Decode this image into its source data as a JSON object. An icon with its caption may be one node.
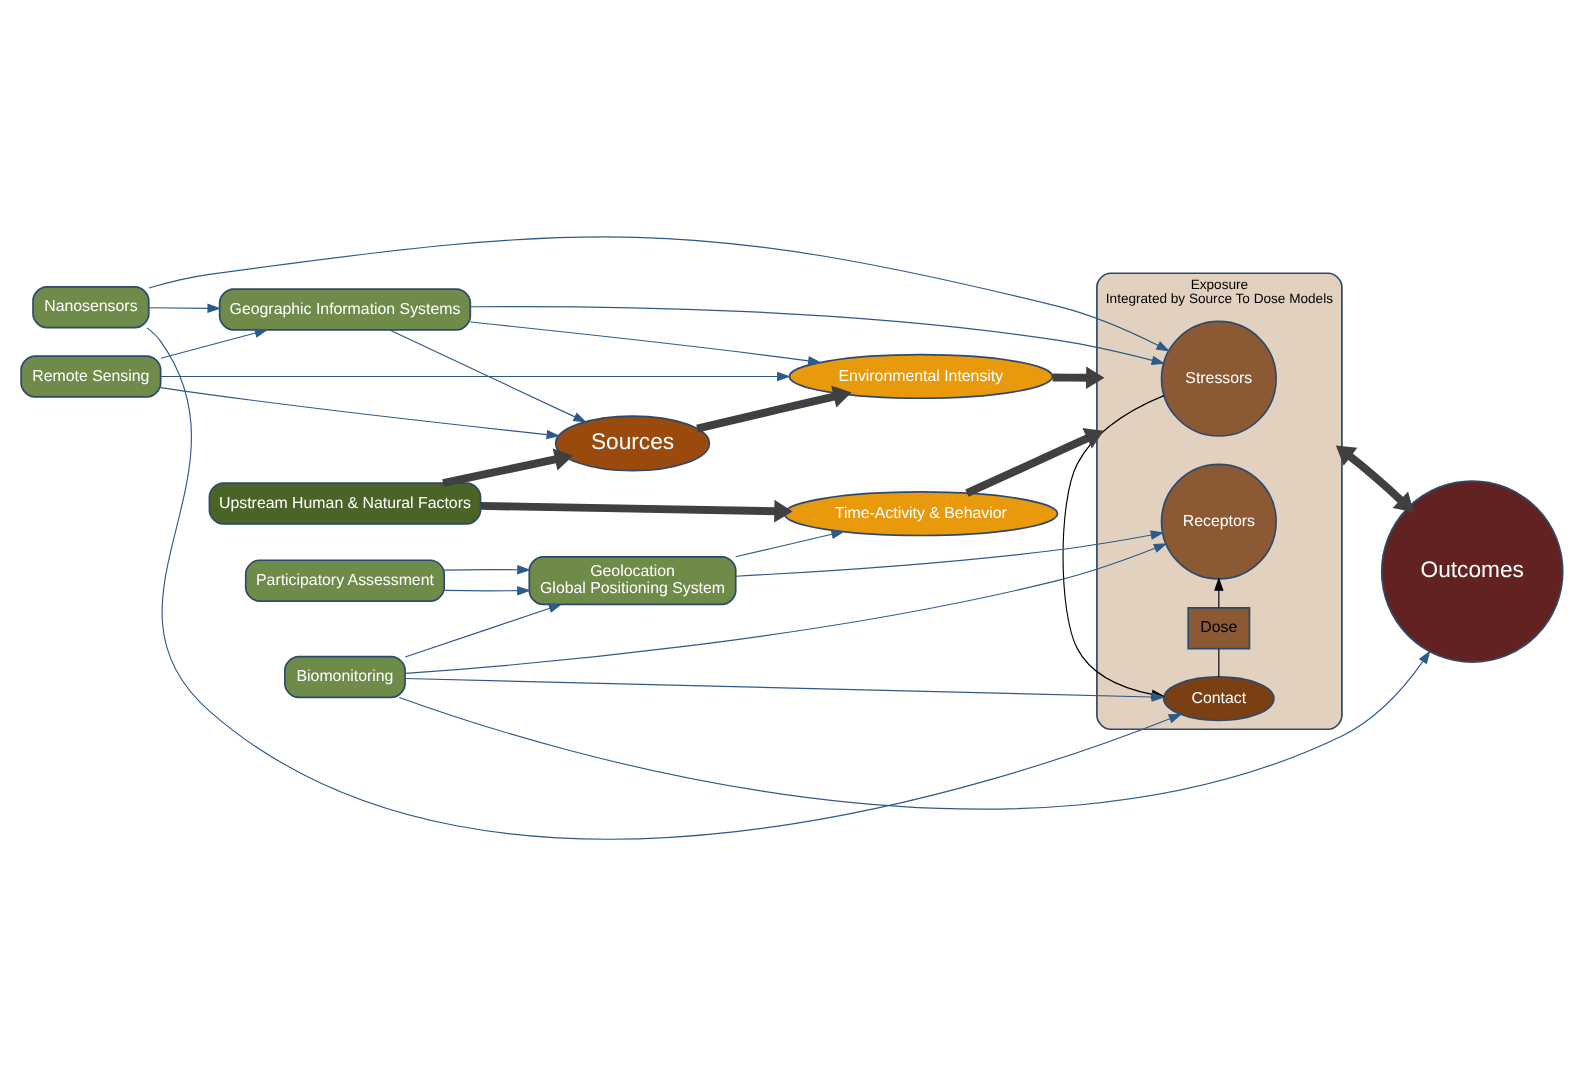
{
  "diagram": {
    "nodes": [
      {
        "text": [
          "Remote Sensing"
        ]
      },
      {
        "text": [
          "Geographic Information Systems"
        ]
      },
      {
        "text": [
          "Nanosensors"
        ]
      },
      {
        "text": [
          "Sources"
        ]
      },
      {
        "text": [
          "Environmental Intensity"
        ]
      },
      {
        "text": [
          "Exposure",
          "Integrated by Source To Dose Models"
        ]
      },
      {
        "text": [
          "Stressors"
        ],
        "in": 5
      },
      {
        "text": [
          "Contact"
        ],
        "in": 5
      },
      {
        "text": [
          "Dose"
        ],
        "in": 5
      },
      {
        "text": [
          "Receptors"
        ],
        "in": 5
      },
      {
        "text": [
          "Outcomes"
        ]
      },
      {
        "text": [
          "Upstream Human & Natural Factors"
        ]
      },
      {
        "text": [
          "Time-Activity & Behavior"
        ]
      },
      {
        "text": [
          "Participatory Assessment"
        ]
      },
      {
        "text": [
          "Geolocation",
          "Global Positioning System"
        ]
      },
      {
        "text": [
          "Biomonitoring"
        ]
      }
    ],
    "edges": [
      {
        "from": 0,
        "to": 1,
        "arrow": "to"
      },
      {
        "from": 1,
        "to": 3,
        "arrow": "to"
      },
      {
        "from": 0,
        "to": 3,
        "arrow": "to"
      },
      {
        "from": 0,
        "to": 4,
        "arrow": "to"
      },
      {
        "from": 1,
        "to": 4,
        "arrow": "to"
      },
      {
        "from": 1,
        "to": 6,
        "arrow": "to"
      },
      {
        "from": 2,
        "to": 1,
        "arrow": "to"
      },
      {
        "from": 2,
        "to": 6,
        "arrow": "to"
      },
      {
        "from": 2,
        "to": 7,
        "arrow": "to"
      },
      {
        "from": 3,
        "to": 4,
        "arrow": "to",
        "style": "thick",
        "color": "#404040"
      },
      {
        "from": 4,
        "to": 5,
        "arrow": "to",
        "style": "thick",
        "color": "#404040"
      },
      {
        "from": 11,
        "to": 3,
        "arrow": "to",
        "style": "thick",
        "color": "#404040"
      },
      {
        "from": 11,
        "to": 12,
        "arrow": "to",
        "style": "thick",
        "color": "#404040"
      },
      {
        "from": 12,
        "to": 5,
        "arrow": "to",
        "style": "thick",
        "color": "#404040"
      },
      {
        "from": 5,
        "to": 10,
        "arrow": "both",
        "style": "thick",
        "color": "#404040"
      },
      {
        "from": 6,
        "to": 7,
        "arrow": "to",
        "color": "#000000"
      },
      {
        "from": 7,
        "to": 8,
        "arrow": "none",
        "color": "#000000"
      },
      {
        "from": 8,
        "to": 9,
        "arrow": "to",
        "color": "#000000"
      },
      {
        "from": 14,
        "to": 12,
        "arrow": "to"
      },
      {
        "from": 13,
        "to": 14,
        "arrow": "to"
      },
      {
        "from": 13,
        "to": 14,
        "arrow": "to"
      },
      {
        "from": 15,
        "to": 14,
        "arrow": "to"
      },
      {
        "from": 14,
        "to": 9,
        "arrow": "to"
      },
      {
        "from": 15,
        "to": 10,
        "arrow": "to"
      },
      {
        "from": 15,
        "to": 7,
        "arrow": "to"
      },
      {
        "from": 15,
        "to": 9,
        "arrow": "to"
      }
    ]
  }
}
